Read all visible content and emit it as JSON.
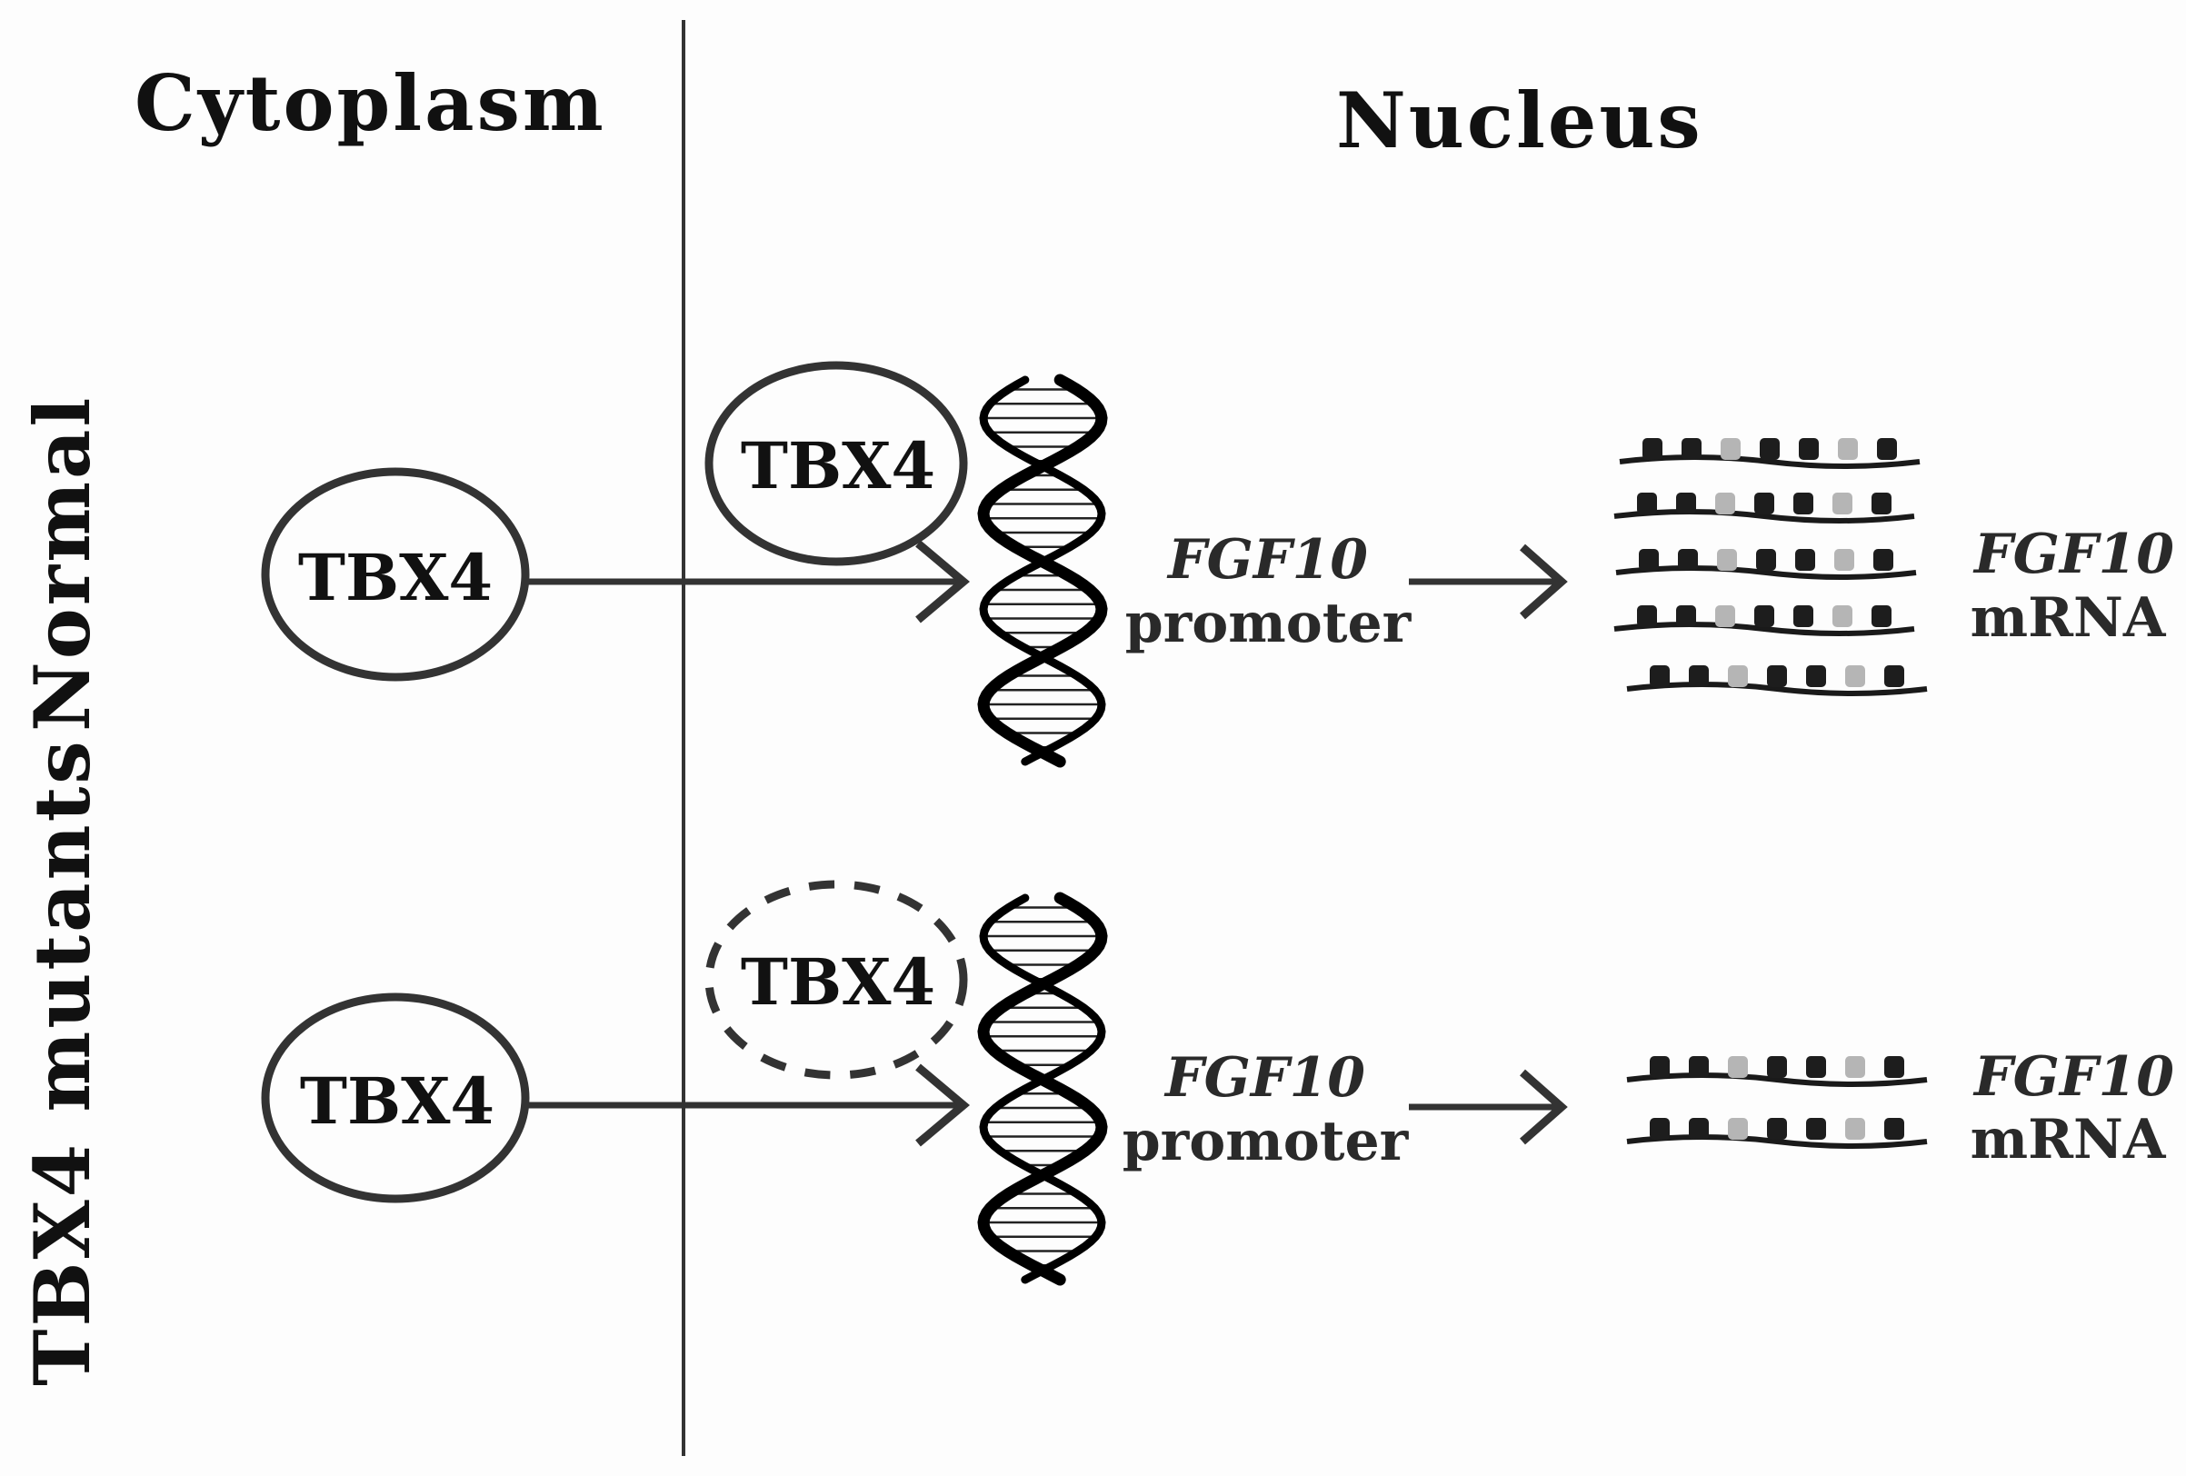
{
  "regions": {
    "cytoplasm": "Cytoplasm",
    "nucleus": "Nucleus"
  },
  "rows": {
    "normal": "Normal",
    "mutants": "TBX4 mutants"
  },
  "protein": "TBX4",
  "gene_italic": "FGF10",
  "promoter": "promoter",
  "mrna_gene": "FGF10",
  "mrna": "mRNA",
  "colors": {
    "ink": "#2b2b2b",
    "dna": "#000000",
    "mrna_light": "#b5b5b5"
  },
  "mrna_counts": {
    "normal": 5,
    "mutants": 2
  }
}
